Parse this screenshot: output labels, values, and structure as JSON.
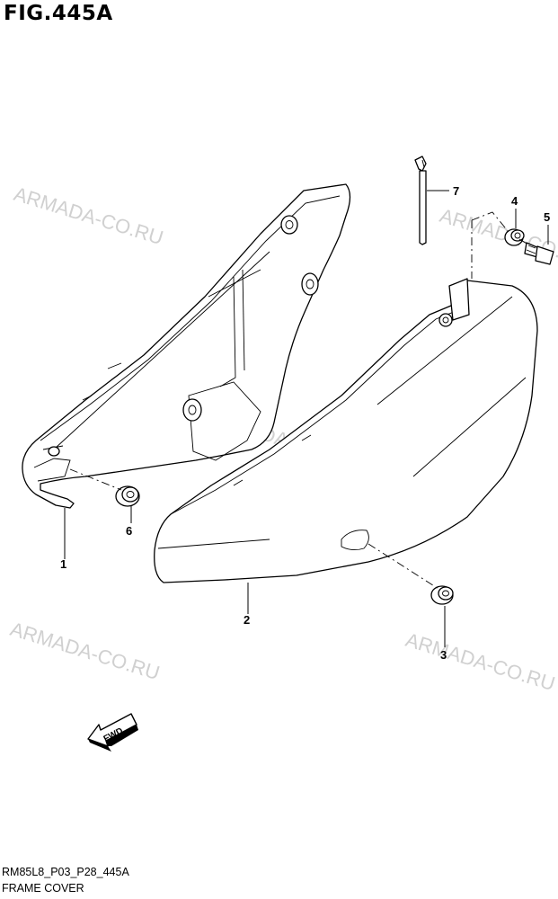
{
  "header": {
    "figure_title": "FIG.445A"
  },
  "footer": {
    "code": "RM85L8_P03_P28_445A",
    "caption": "FRAME COVER"
  },
  "watermark": {
    "text": "ARMADA-CO.RU",
    "color": "#d0d0d0"
  },
  "fwd_label": "FWD",
  "callouts": [
    {
      "id": "1",
      "label": "1"
    },
    {
      "id": "2",
      "label": "2"
    },
    {
      "id": "3",
      "label": "3"
    },
    {
      "id": "4",
      "label": "4"
    },
    {
      "id": "5",
      "label": "5"
    },
    {
      "id": "6",
      "label": "6"
    },
    {
      "id": "7",
      "label": "7"
    }
  ]
}
